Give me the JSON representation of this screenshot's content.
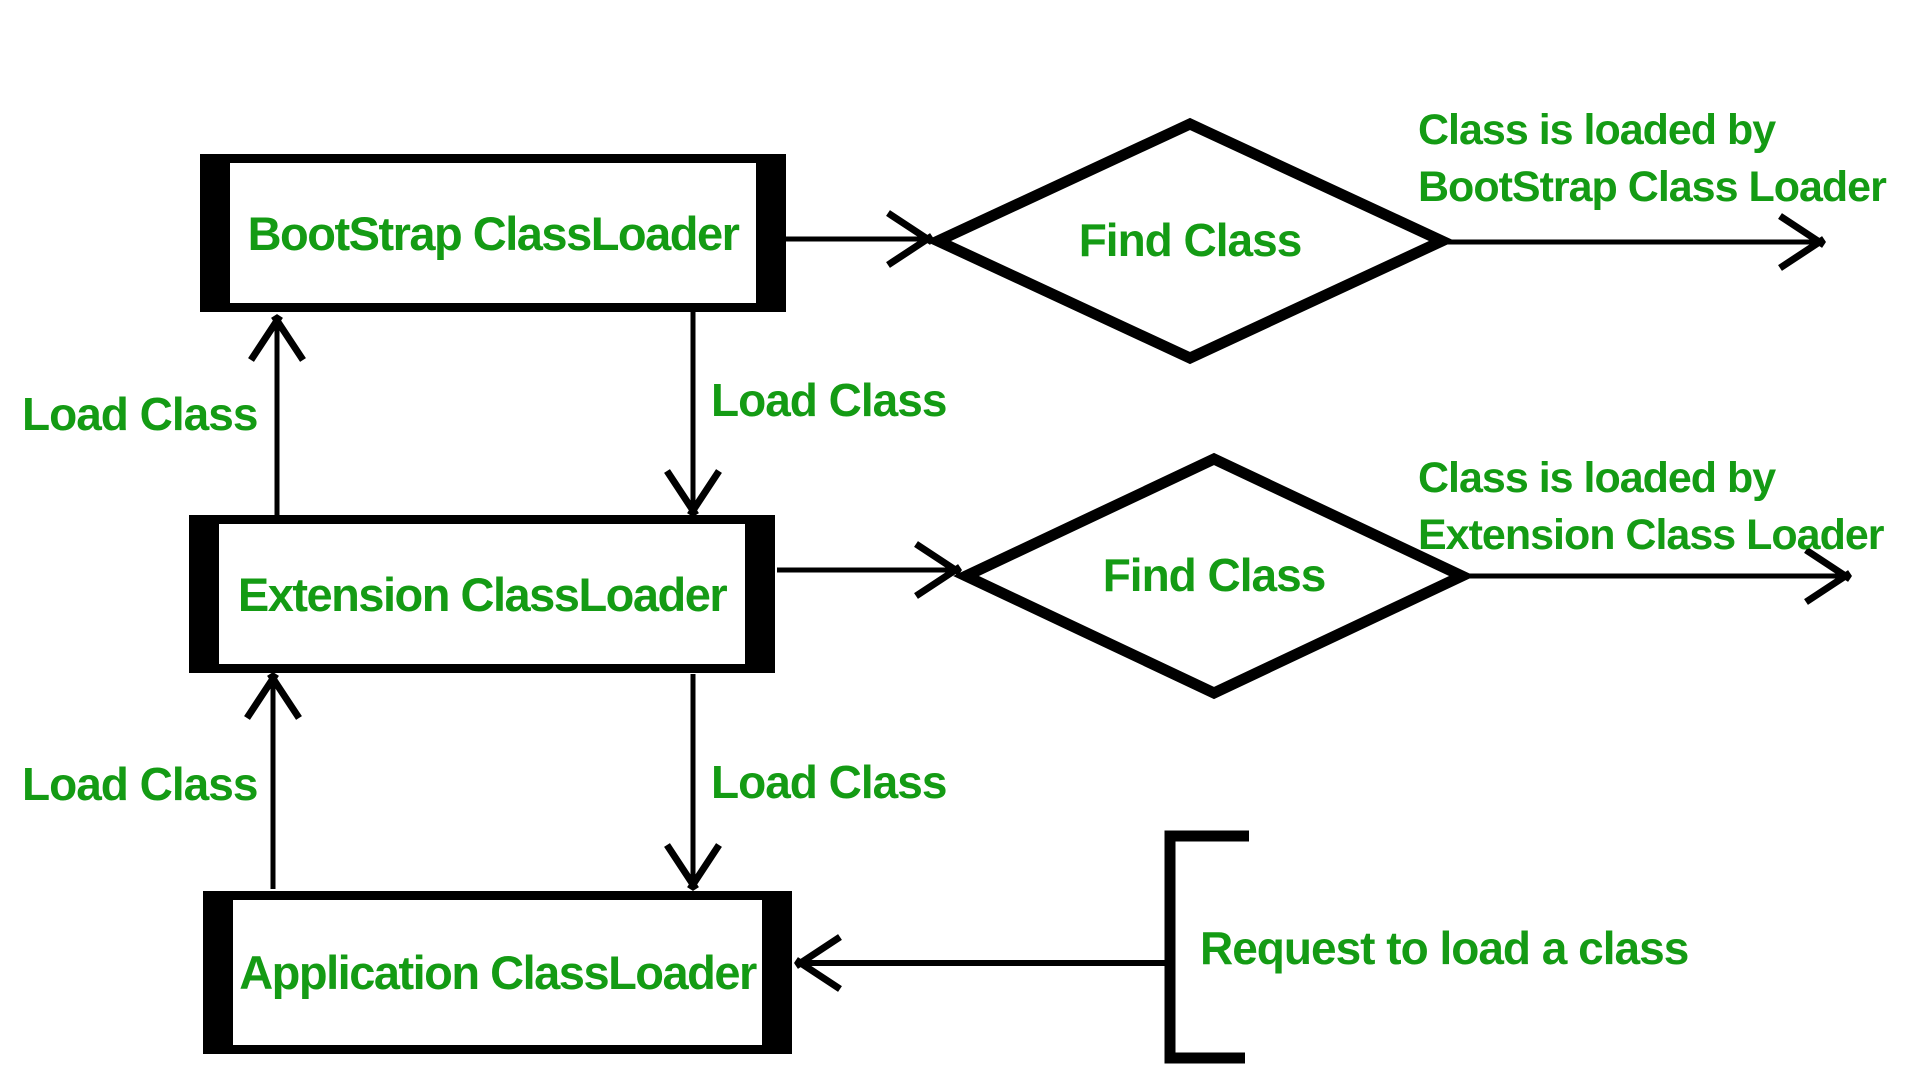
{
  "colors": {
    "text_green": "#149b14",
    "line_black": "#000000",
    "background": "#ffffff"
  },
  "boxes": [
    {
      "label": "BootStrap ClassLoader"
    },
    {
      "label": "Extension ClassLoader"
    },
    {
      "label": "Application ClassLoader"
    }
  ],
  "diamonds": [
    {
      "label": "Find Class"
    },
    {
      "label": "Find Class"
    }
  ],
  "edge_labels": {
    "load_class_up_top": "Load Class",
    "load_class_down_top": "Load Class",
    "load_class_up_bottom": "Load Class",
    "load_class_down_bottom": "Load Class"
  },
  "annotations": {
    "bootstrap_result_line1": "Class is loaded by",
    "bootstrap_result_line2": "BootStrap Class Loader",
    "extension_result_line1": "Class is loaded by",
    "extension_result_line2": "Extension Class Loader",
    "request": "Request to load a class"
  }
}
